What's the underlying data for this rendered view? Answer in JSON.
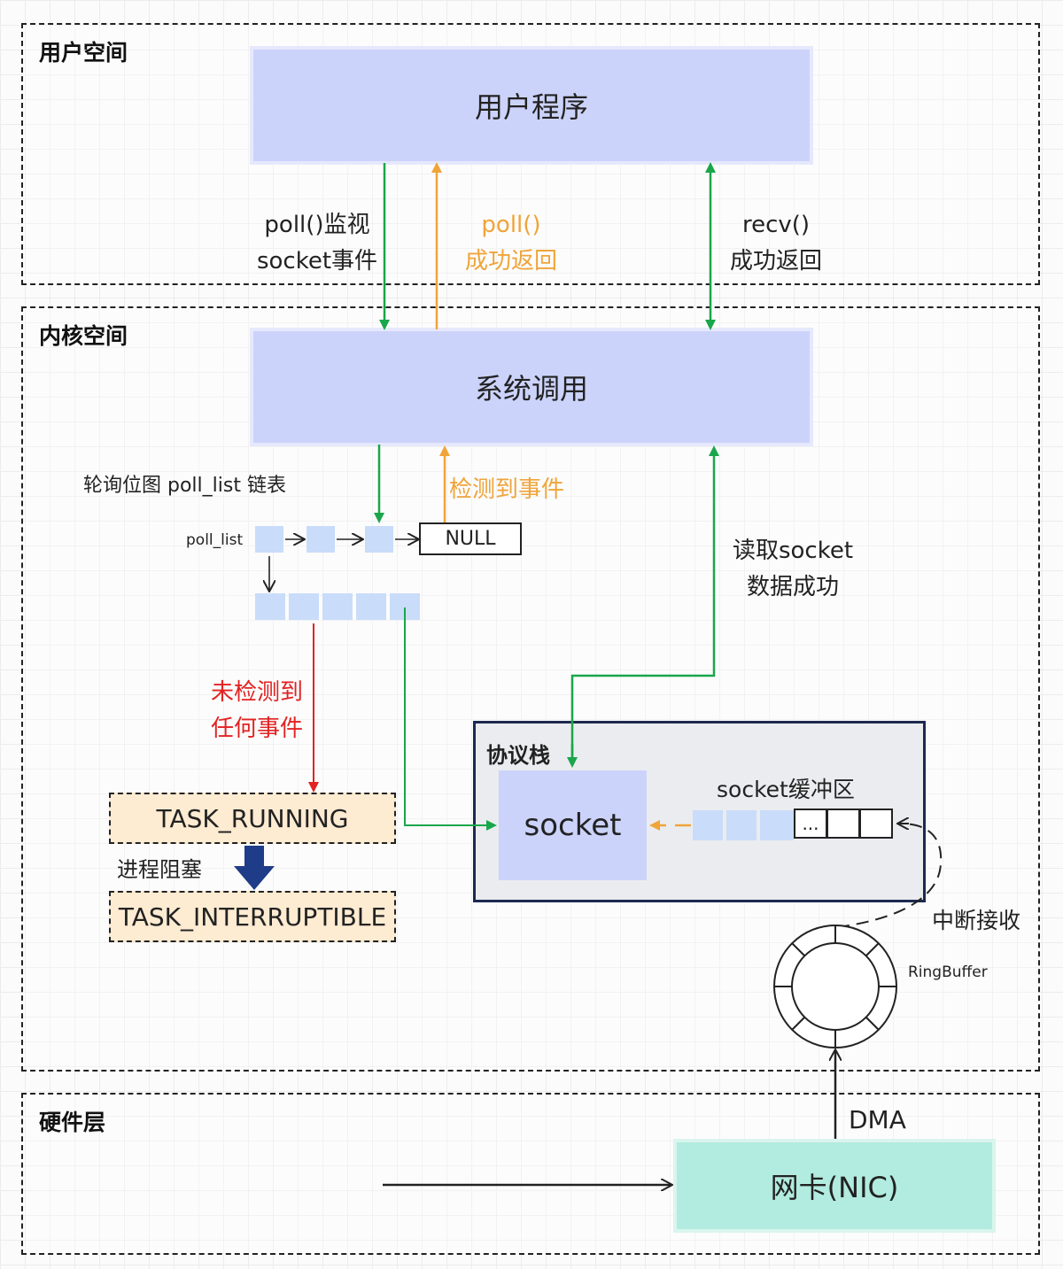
{
  "regions": {
    "user_space": "用户空间",
    "kernel_space": "内核空间",
    "hardware": "硬件层"
  },
  "user_program": "用户程序",
  "syscall": "系统调用",
  "labels": {
    "poll_monitor_1": "poll()监视",
    "poll_monitor_2": "socket事件",
    "poll_return_1": "poll()",
    "poll_return_2": "成功返回",
    "recv_return_1": "recv()",
    "recv_return_2": "成功返回",
    "bitmap_title": "轮询位图 poll_list 链表",
    "poll_list": "poll_list",
    "null": "NULL",
    "detected": "检测到事件",
    "read_socket_1": "读取socket",
    "read_socket_2": "数据成功",
    "not_detected_1": "未检测到",
    "not_detected_2": "任何事件",
    "task_running": "TASK_RUNNING",
    "blocked": "进程阻塞",
    "task_interruptible": "TASK_INTERRUPTIBLE",
    "protocol_stack": "协议栈",
    "socket": "socket",
    "socket_buffer": "socket缓冲区",
    "ellipsis": "...",
    "interrupt_receive": "中断接收",
    "ringbuffer": "RingBuffer",
    "dma": "DMA",
    "nic": "网卡(NIC)"
  },
  "colors": {
    "green_arrow": "#1aa64a",
    "orange_arrow": "#f0a43a",
    "red_arrow": "#e32222",
    "box_blue": "#ccd3fb",
    "cell_blue": "#c9dcfa",
    "task_bg": "#fdebd2",
    "nic_bg": "#b2ebdf",
    "block_arrow": "#1f3c88"
  }
}
